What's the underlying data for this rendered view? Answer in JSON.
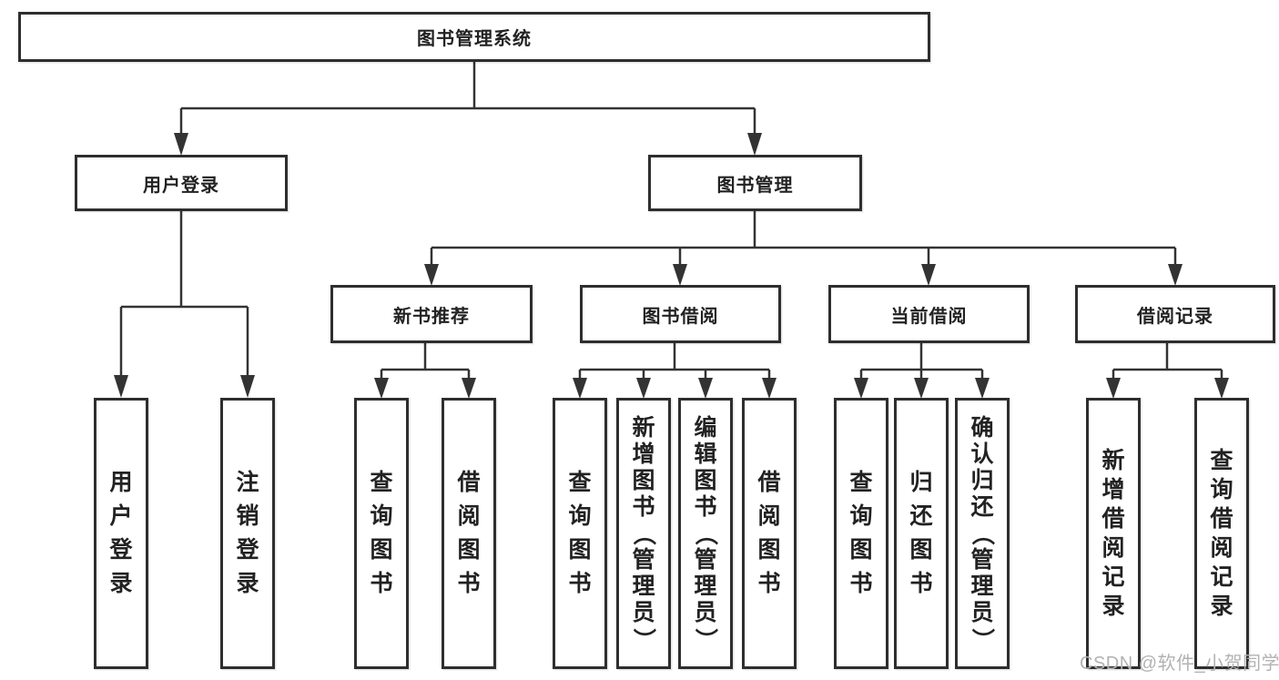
{
  "diagram": {
    "root": {
      "label": "图书管理系统"
    },
    "user": {
      "label": "用户登录",
      "children": [
        {
          "label": "用户登录"
        },
        {
          "label": "注销登录"
        }
      ]
    },
    "management": {
      "label": "图书管理",
      "sections": [
        {
          "label": "新书推荐",
          "children": [
            {
              "label": "查询图书"
            },
            {
              "label": "借阅图书"
            }
          ]
        },
        {
          "label": "图书借阅",
          "children": [
            {
              "label": "查询图书"
            },
            {
              "label": "新增图书（管理员）"
            },
            {
              "label": "编辑图书（管理员）"
            },
            {
              "label": "借阅图书"
            }
          ]
        },
        {
          "label": "当前借阅",
          "children": [
            {
              "label": "查询图书"
            },
            {
              "label": "归还图书"
            },
            {
              "label": "确认归还（管理员）"
            }
          ]
        },
        {
          "label": "借阅记录",
          "children": [
            {
              "label": "新增借阅记录"
            },
            {
              "label": "查询借阅记录"
            }
          ]
        }
      ]
    }
  },
  "watermark": {
    "text": "CSDN @软件_小贺同学"
  },
  "colors": {
    "line": "#333333",
    "border": "#2e2e2e",
    "text": "#222222",
    "watermark": "#b2b2b2",
    "background": "#ffffff"
  }
}
